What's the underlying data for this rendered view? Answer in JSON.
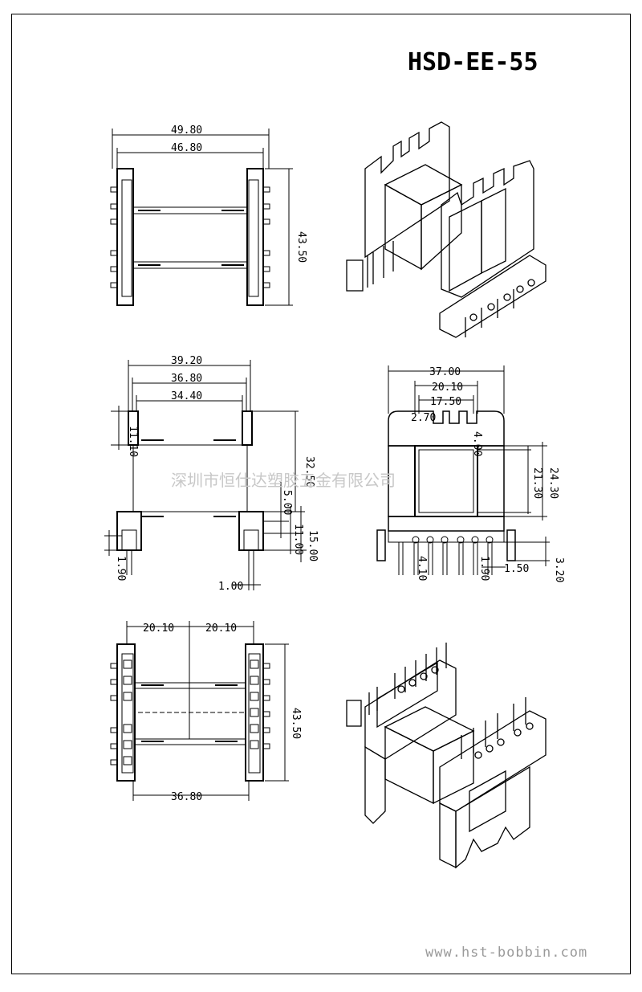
{
  "title": "HSD-EE-55",
  "watermark": "深圳市恒仕达塑胶五金有限公司",
  "website": "www.hst-bobbin.com",
  "dimensions": {
    "top_view": {
      "overall_width": "49.80",
      "inner_width": "46.80",
      "height": "43.50"
    },
    "front_view": {
      "w1": "39.20",
      "w2": "36.80",
      "w3": "34.40",
      "flange": "11.10",
      "height": "32.50",
      "d5": "5.00",
      "d11": "11.00",
      "d15": "15.00",
      "pin_len": "1.90",
      "pin_w": "1.00"
    },
    "side_view": {
      "w37": "37.00",
      "w20": "20.10",
      "w17": "17.50",
      "slot": "2.70",
      "d4": "4.00",
      "h24": "24.30",
      "h21": "21.30",
      "pitch": "4.10",
      "p190": "1.90",
      "p150": "1.50",
      "h320": "3.20"
    },
    "bottom_view": {
      "left": "20.10",
      "right": "20.10",
      "height": "43.50",
      "bottom": "36.80"
    }
  }
}
